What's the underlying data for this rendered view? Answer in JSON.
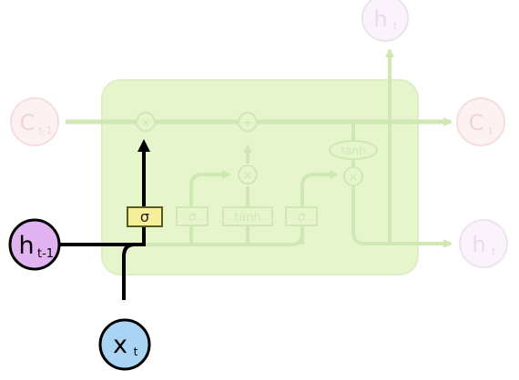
{
  "nodes": {
    "h_top": {
      "main": "h",
      "sub": "t"
    },
    "c_prev": {
      "main": "C",
      "sub": "t-1"
    },
    "c_out": {
      "main": "C",
      "sub": "t"
    },
    "h_right": {
      "main": "h",
      "sub": "t"
    },
    "h_prev": {
      "main": "h",
      "sub": "t-1"
    },
    "x_in": {
      "main": "x",
      "sub": "t"
    }
  },
  "gates": {
    "forget": "σ",
    "input": "σ",
    "candidate": "tanh",
    "output": "σ",
    "cell_tanh": "tanh"
  },
  "ops": {
    "forget_mul": "×",
    "cell_add": "+",
    "input_mul": "×",
    "output_mul": "×"
  },
  "colors": {
    "cell_fill": "#e6f5cc",
    "cell_border": "#dcefc4",
    "faded_line": "#cfe8b4",
    "faded_label": "#d9ecc6",
    "highlight_line": "#000000",
    "highlight_gate_fill": "#f7ef99",
    "highlight_gate_stroke": "#5a5a1e",
    "h_prev_fill": "#e1b3f0",
    "x_fill": "#a9d4f3",
    "faded_circle_fill": "#fdf1f1",
    "faded_circle_stroke": "#f5dede",
    "faded_circle_text": "#efd5d5",
    "faded_h_fill": "#faf3fb",
    "faded_h_stroke": "#eee2f0"
  }
}
